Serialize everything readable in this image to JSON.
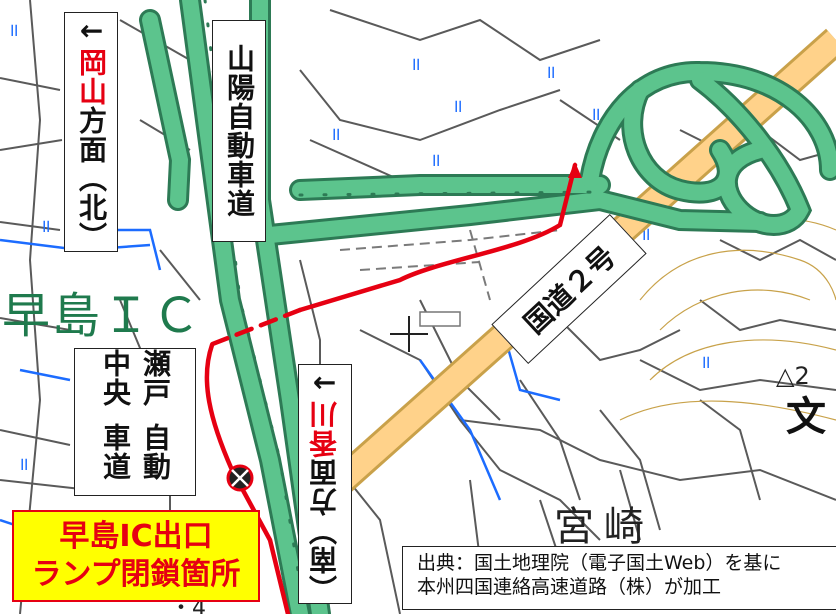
{
  "map": {
    "place_names": {
      "hayashima_ic": "早島ＩＣ",
      "miyazaki": "宮崎"
    },
    "labels": {
      "okayama_arrow": "←",
      "okayama_city": "岡山",
      "okayama_rest": "方面（北）",
      "sanyo_expressway": "山陽自動車道",
      "route2": "国道２号",
      "seto_col1": "瀬戸中央",
      "seto_col2": "自動車道",
      "kagawa_paren": "（南）",
      "kagawa_dir": "方面",
      "kagawa_pref": "香川",
      "kagawa_arrow": "→"
    },
    "closure": {
      "line1": "早島IC出口",
      "line2": "ランプ閉鎖箇所"
    },
    "credit": {
      "line1": "出典：国土地理院（電子国土Web）を基に",
      "line2": "本州四国連絡高速道路（株）が加工"
    },
    "symbols": {
      "triangulation": "△2",
      "elevation_4": "・4",
      "school": "文"
    },
    "colors": {
      "expressway": "#5cc48d",
      "expressway_edge": "#2d7a55",
      "national_road": "#ffd28a",
      "closure_route": "#e60012",
      "water": "#1c6cff",
      "highlight_box": "#ffff00"
    }
  }
}
